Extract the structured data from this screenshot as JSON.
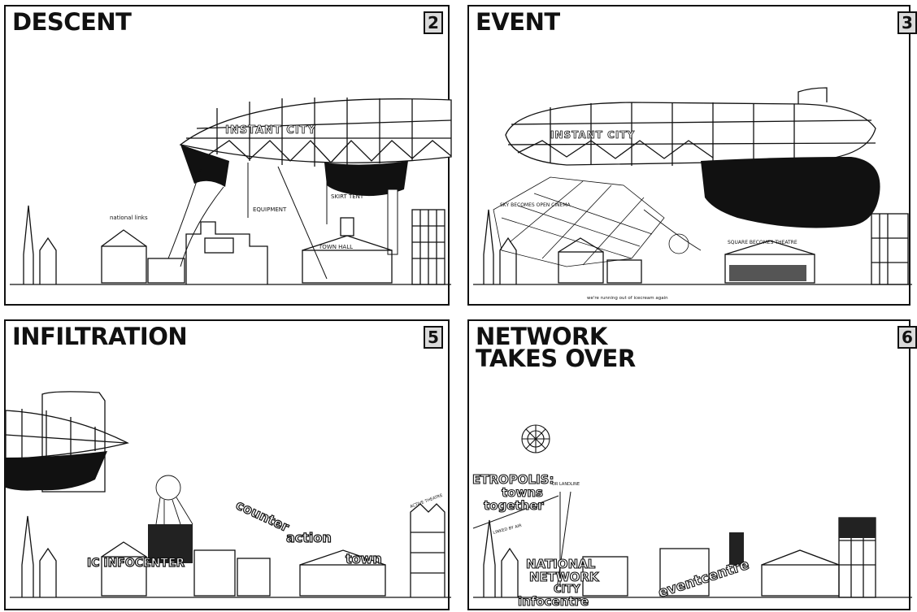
{
  "panels": [
    {
      "title": "DESCENT",
      "number": "2",
      "airship_label": "INSTANT CITY",
      "annotations": {
        "national_links": "national links",
        "equipment": "EQUIPMENT",
        "skirt_tent": "SKIRT TENT",
        "town_hall": "TOWN HALL"
      }
    },
    {
      "title": "EVENT",
      "number": "3",
      "airship_label": "INSTANT CITY",
      "annotations": {
        "sky_cinema": "SKY BECOMES OPEN CINEMA",
        "square_theatre": "SQUARE BECOMES THEATRE",
        "ice_cream": "we're running out of icecream again"
      }
    },
    {
      "title": "INFILTRATION",
      "number": "5",
      "annotations": {
        "ic_infocenter": "IC INFOCENTER",
        "counter": "counter",
        "action": "action",
        "town": "town",
        "active_theatre": "ACTIVE THEATRE"
      }
    },
    {
      "title": "NETWORK\nTAKES OVER",
      "number": "6",
      "annotations": {
        "metropolis": "ETROPOLIS:",
        "towns": "towns",
        "together": "together",
        "or_landline": "OR LANDLINE",
        "linked_by_air": "LINKED BY AIR",
        "national": "NATIONAL",
        "network": "NETWORK",
        "city": "CITY",
        "infocentre": "infocentre",
        "eventcentre": "eventcentre"
      }
    }
  ]
}
